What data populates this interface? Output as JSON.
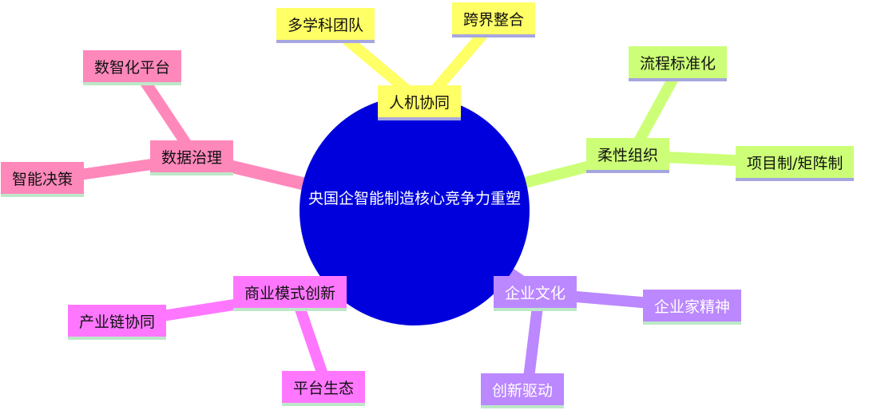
{
  "center": "央国企智能制造核心竞争力重塑",
  "branches": [
    {
      "label": "人机协同",
      "children": [
        "多学科团队",
        "跨界整合"
      ]
    },
    {
      "label": "柔性组织",
      "children": [
        "流程标准化",
        "项目制/矩阵制"
      ]
    },
    {
      "label": "数据治理",
      "children": [
        "数智化平台",
        "智能决策"
      ]
    },
    {
      "label": "商业模式创新",
      "children": [
        "产业链协同",
        "平台生态"
      ]
    },
    {
      "label": "企业文化",
      "children": [
        "企业家精神",
        "创新驱动"
      ]
    }
  ],
  "colors": {
    "center": "#0000dd",
    "yellow": "#ffff66",
    "green": "#ccff77",
    "pink": "#ff88bb",
    "magenta": "#ff77ff",
    "purple": "#bb88ff"
  }
}
